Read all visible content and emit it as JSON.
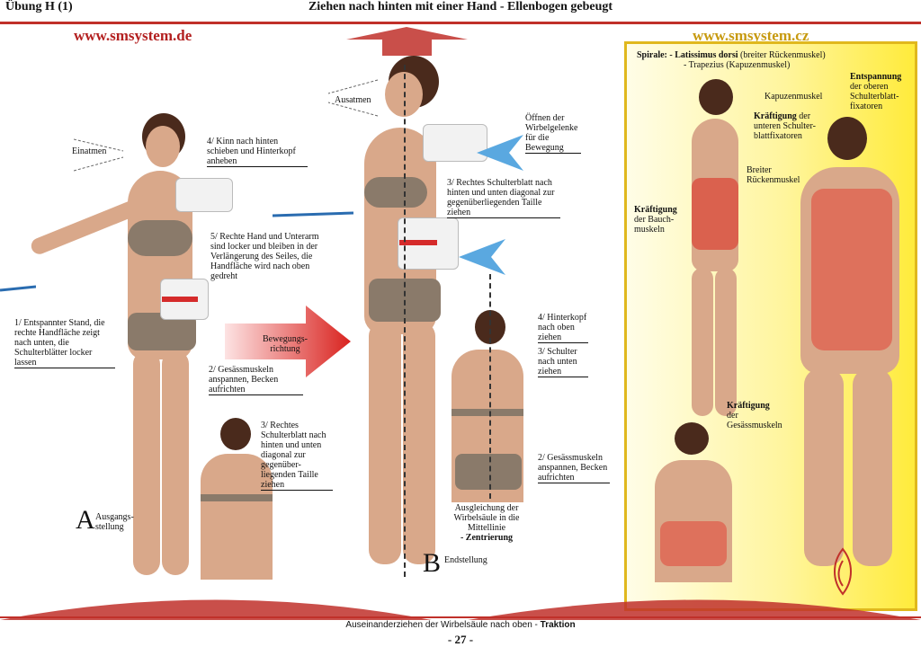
{
  "header": {
    "left": "Übung H (1)",
    "title": "Ziehen nach hinten mit einer Hand - Ellenbogen gebeugt"
  },
  "sites": {
    "de": "www.smsystem.de",
    "cz": "www.smsystem.cz"
  },
  "left_labels": {
    "einatmen": "Einatmen",
    "ausatmen": "Ausatmen",
    "step1": "1/ Entspannter Stand, die rechte Handfläche zeigt nach unten, die Schulterblätter locker lassen",
    "step4a": "4/ Kinn nach hinten schieben und Hinterkopf anheben",
    "step5": "5/ Rechte Hand und Unterarm sind locker und bleiben in der Verlängerung des Seiles, die Handfläche wird nach oben gedreht",
    "bewegung": "Bewegungs-richtung",
    "step2a": "2/ Gesässmuskeln anspannen, Becken aufrichten",
    "step3a": "3/ Rechtes Schulterblatt nach hinten und unten diagonal zur gegenüber-liegenden Taille ziehen",
    "letterA": "A",
    "ausgang": "Ausgangs-stellung"
  },
  "center_labels": {
    "oeffnen": "Öffnen der Wirbelgelenke für die Bewegung",
    "step3b": "3/ Rechtes Schulterblatt nach hinten und unten diagonal zur gegenüberliegenden Taille ziehen",
    "step4b": "4/ Hinterkopf nach oben ziehen",
    "step3c": "3/ Schulter nach unten ziehen",
    "step2b": "2/ Gesässmuskeln anspannen, Becken aufrichten",
    "ausgleichung": "Ausgleichung der Wirbelsäule in die Mittellinie",
    "zentrierung": "- Zentrierung",
    "letterB": "B",
    "endstellung": "Endstellung"
  },
  "right_panel": {
    "spirale_label": "Spirale:",
    "spirale_1_bold": "- Latissimus dorsi",
    "spirale_1_rest": "(breiter Rückenmuskel)",
    "spirale_2": "- Trapezius (Kapuzenmuskel)",
    "entspannung_bold": "Entspannung",
    "entspannung_rest": "der oberen Schulterblatt-fixatoren",
    "kapuzen": "Kapuzenmuskel",
    "kraeft1_bold": "Kräftigung",
    "kraeft1_rest": "der unteren Schulter-blattfixatoren",
    "breiter": "Breiter Rückenmuskel",
    "kraeft2_bold": "Kräftigung",
    "kraeft2_rest": "der Bauch-muskeln",
    "kraeft3_bold": "Kräftigung",
    "kraeft3_rest": "der Gesässmuskeln"
  },
  "footer": {
    "text": "Auseinanderziehen der Wirbelsäule nach oben - ",
    "text_bold": "Traktion",
    "page": "- 27 -"
  },
  "colors": {
    "accent_red": "#c0302a",
    "panel_yellow": "#ffeb3b",
    "border_gold": "#e0b81d"
  }
}
